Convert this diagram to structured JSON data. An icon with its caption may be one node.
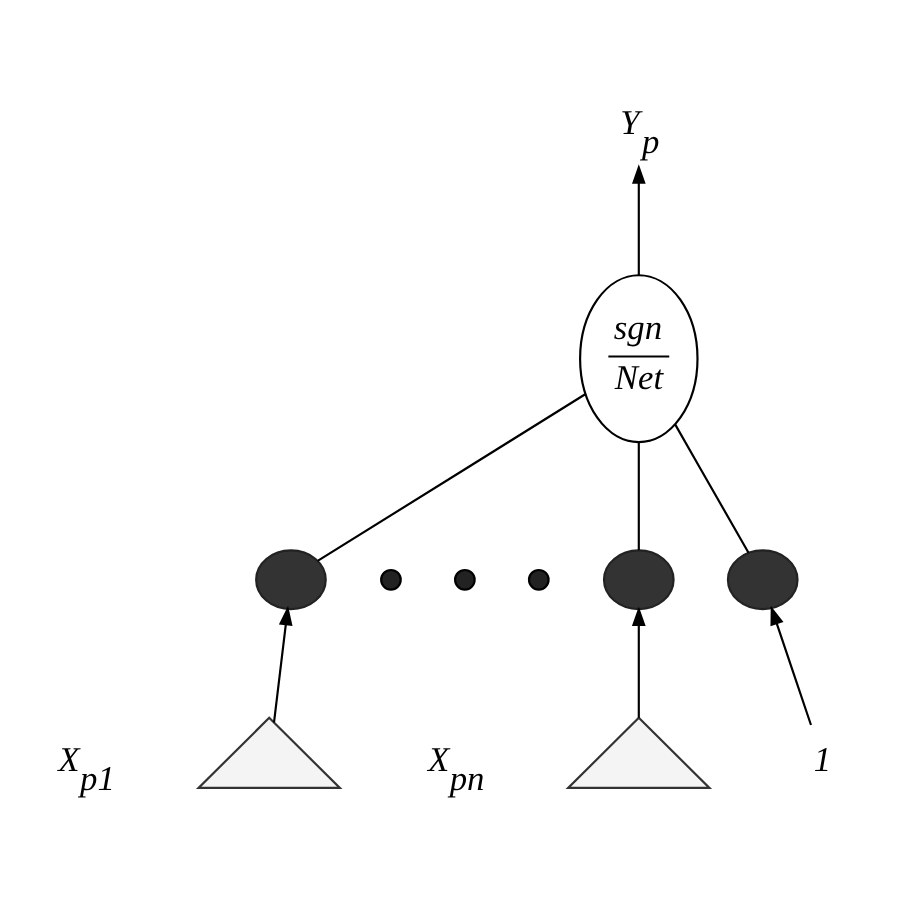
{
  "diagram": {
    "nodes": [
      {
        "text": [
          "*sgn*",
          "*Net*"
        ]
      },
      {
        "text": [
          "*Y*$_{p}$"
        ]
      },
      {
        "text": [],
        "shape": "circle"
      },
      {
        "text": [],
        "shape": "circle"
      },
      {
        "text": [],
        "shape": "circle"
      },
      {
        "text": [],
        "shape": "circle"
      },
      {
        "text": [],
        "shape": "circle"
      },
      {
        "text": [],
        "shape": "circle"
      },
      {
        "text": [],
        "shape": "triangle",
        "beside": [
          "*X*$_{p1}$"
        ]
      },
      {
        "text": [],
        "shape": "triangle",
        "beside": [
          "*X*$_{pn}$"
        ]
      },
      {
        "text": [
          "*1*"
        ]
      }
    ],
    "edges": [
      {
        "from": 0,
        "to": 1,
        "arrow": "to"
      },
      {
        "from": 2,
        "to": 0,
        "arrow": "none"
      },
      {
        "from": 6,
        "to": 0,
        "arrow": "none"
      },
      {
        "from": 7,
        "to": 0,
        "arrow": "none"
      },
      {
        "from": 8,
        "to": 2,
        "arrow": "to"
      },
      {
        "from": 9,
        "to": 6,
        "arrow": "to"
      },
      {
        "from": 10,
        "to": 7,
        "arrow": "to"
      }
    ]
  }
}
